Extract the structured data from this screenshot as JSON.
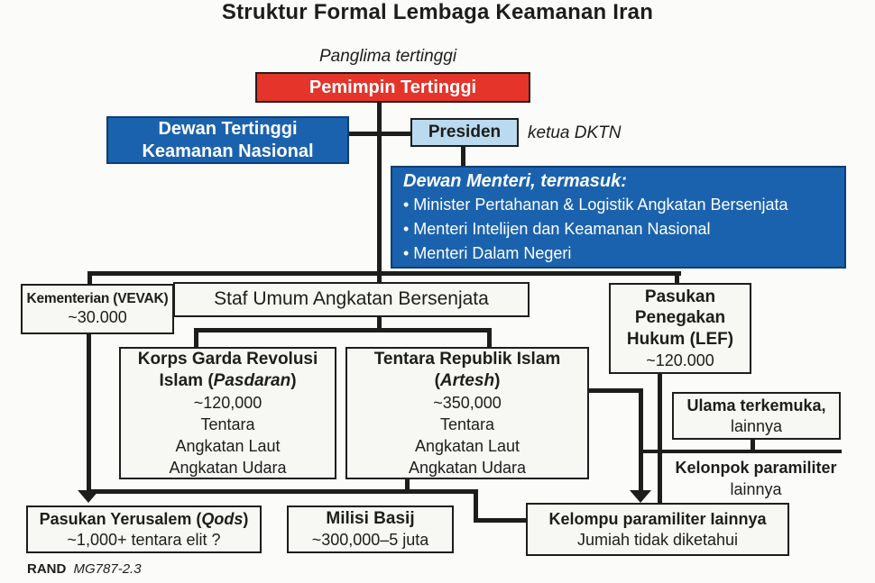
{
  "title": "Struktur Formal Lembaga Keamanan Iran",
  "annotations": {
    "panglima": "Panglima tertinggi",
    "ketua_dktn": "ketua DKTN",
    "kelonpok_line1": "Kelonpok paramiliter",
    "kelonpok_line2": "lainnya"
  },
  "colors": {
    "red_box": "#e5342a",
    "dark_blue_box": "#1b62ae",
    "light_blue_box": "#badaf0",
    "connector_black": "#1d1d1b"
  },
  "nodes": {
    "pemimpin": {
      "label": "Pemimpin Tertinggi"
    },
    "dewan_tertinggi": {
      "line1": "Dewan Tertinggi",
      "line2": "Keamanan Nasional"
    },
    "presiden": {
      "label": "Presiden"
    },
    "dewan_menteri": {
      "header": "Dewan Menteri, termasuk:",
      "bullets": [
        "• Minister Pertahanan & Logistik Angkatan Bersenjata",
        "• Menteri Intelijen dan Keamanan Nasional",
        "• Menteri Dalam Negeri"
      ]
    },
    "vevak": {
      "line1": "Kementerian (VEVAK)",
      "line2": "~30.000"
    },
    "staf_umum": {
      "label": "Staf Umum Angkatan Bersenjata"
    },
    "lef": {
      "line1": "Pasukan",
      "line2": "Penegakan",
      "line3": "Hukum (LEF)",
      "line4": "~120.000"
    },
    "pasdaran": {
      "title1": "Korps Garda Revolusi",
      "title2": {
        "pre": "Islam (",
        "italic": "Pasdaran",
        "post": ")"
      },
      "stat": "~120,000",
      "branches": [
        "Tentara",
        "Angkatan Laut",
        "Angkatan Udara"
      ]
    },
    "artesh": {
      "title1": "Tentara Republik Islam",
      "title2": {
        "pre": "(",
        "italic": "Artesh",
        "post": ")"
      },
      "stat": "~350,000",
      "branches": [
        "Tentara",
        "Angkatan Laut",
        "Angkatan Udara"
      ]
    },
    "ulama": {
      "line1": "Ulama terkemuka,",
      "line2": "lainnya"
    },
    "qods": {
      "title": {
        "pre": "Pasukan Yerusalem (",
        "italic": "Qods",
        "post": ")"
      },
      "line2": "~1,000+ tentara elit ?"
    },
    "basij": {
      "line1": "Milisi Basij",
      "line2": "~300,000–5 juta"
    },
    "kelompu": {
      "line1": "Kelompu paramiliter Iainnya",
      "line2": "Jumiah tidak diketahui"
    }
  },
  "footer": {
    "brand": "RAND",
    "doc_id": "MG787-2.3"
  }
}
